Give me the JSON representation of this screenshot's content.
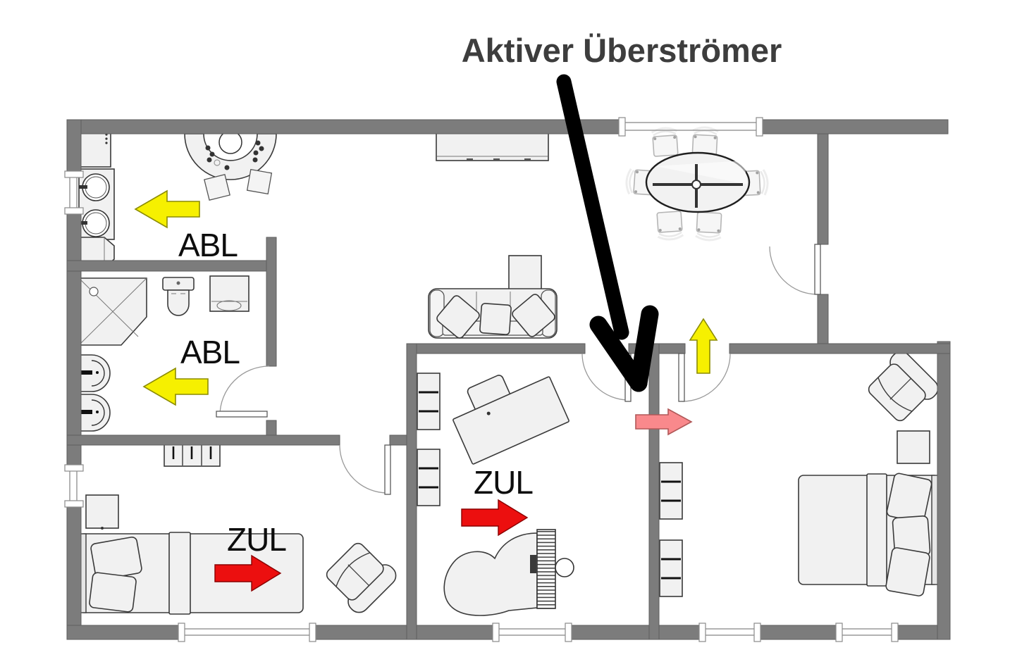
{
  "title": "Aktiver Überströmer",
  "airflow_arrows": [
    {
      "id": "exhaust-utility",
      "label": "ABL",
      "direction": "left"
    },
    {
      "id": "exhaust-bathroom",
      "label": "ABL",
      "direction": "left"
    },
    {
      "id": "supply-bedroom",
      "label": "ZUL",
      "direction": "right"
    },
    {
      "id": "supply-office",
      "label": "ZUL",
      "direction": "right"
    },
    {
      "id": "transfer-overflow",
      "label": "",
      "direction": "right"
    },
    {
      "id": "transfer-dining",
      "label": "",
      "direction": "up"
    }
  ],
  "colors": {
    "wall": "#7c7c7c",
    "exhaust_arrow": "#f6f000",
    "supply_arrow": "#ec0f0f",
    "transfer_arrow": "#f9898c",
    "active_transfer_arrow": "#000000",
    "title_text": "#3d3d3d",
    "label_text": "#0d0d0d"
  }
}
